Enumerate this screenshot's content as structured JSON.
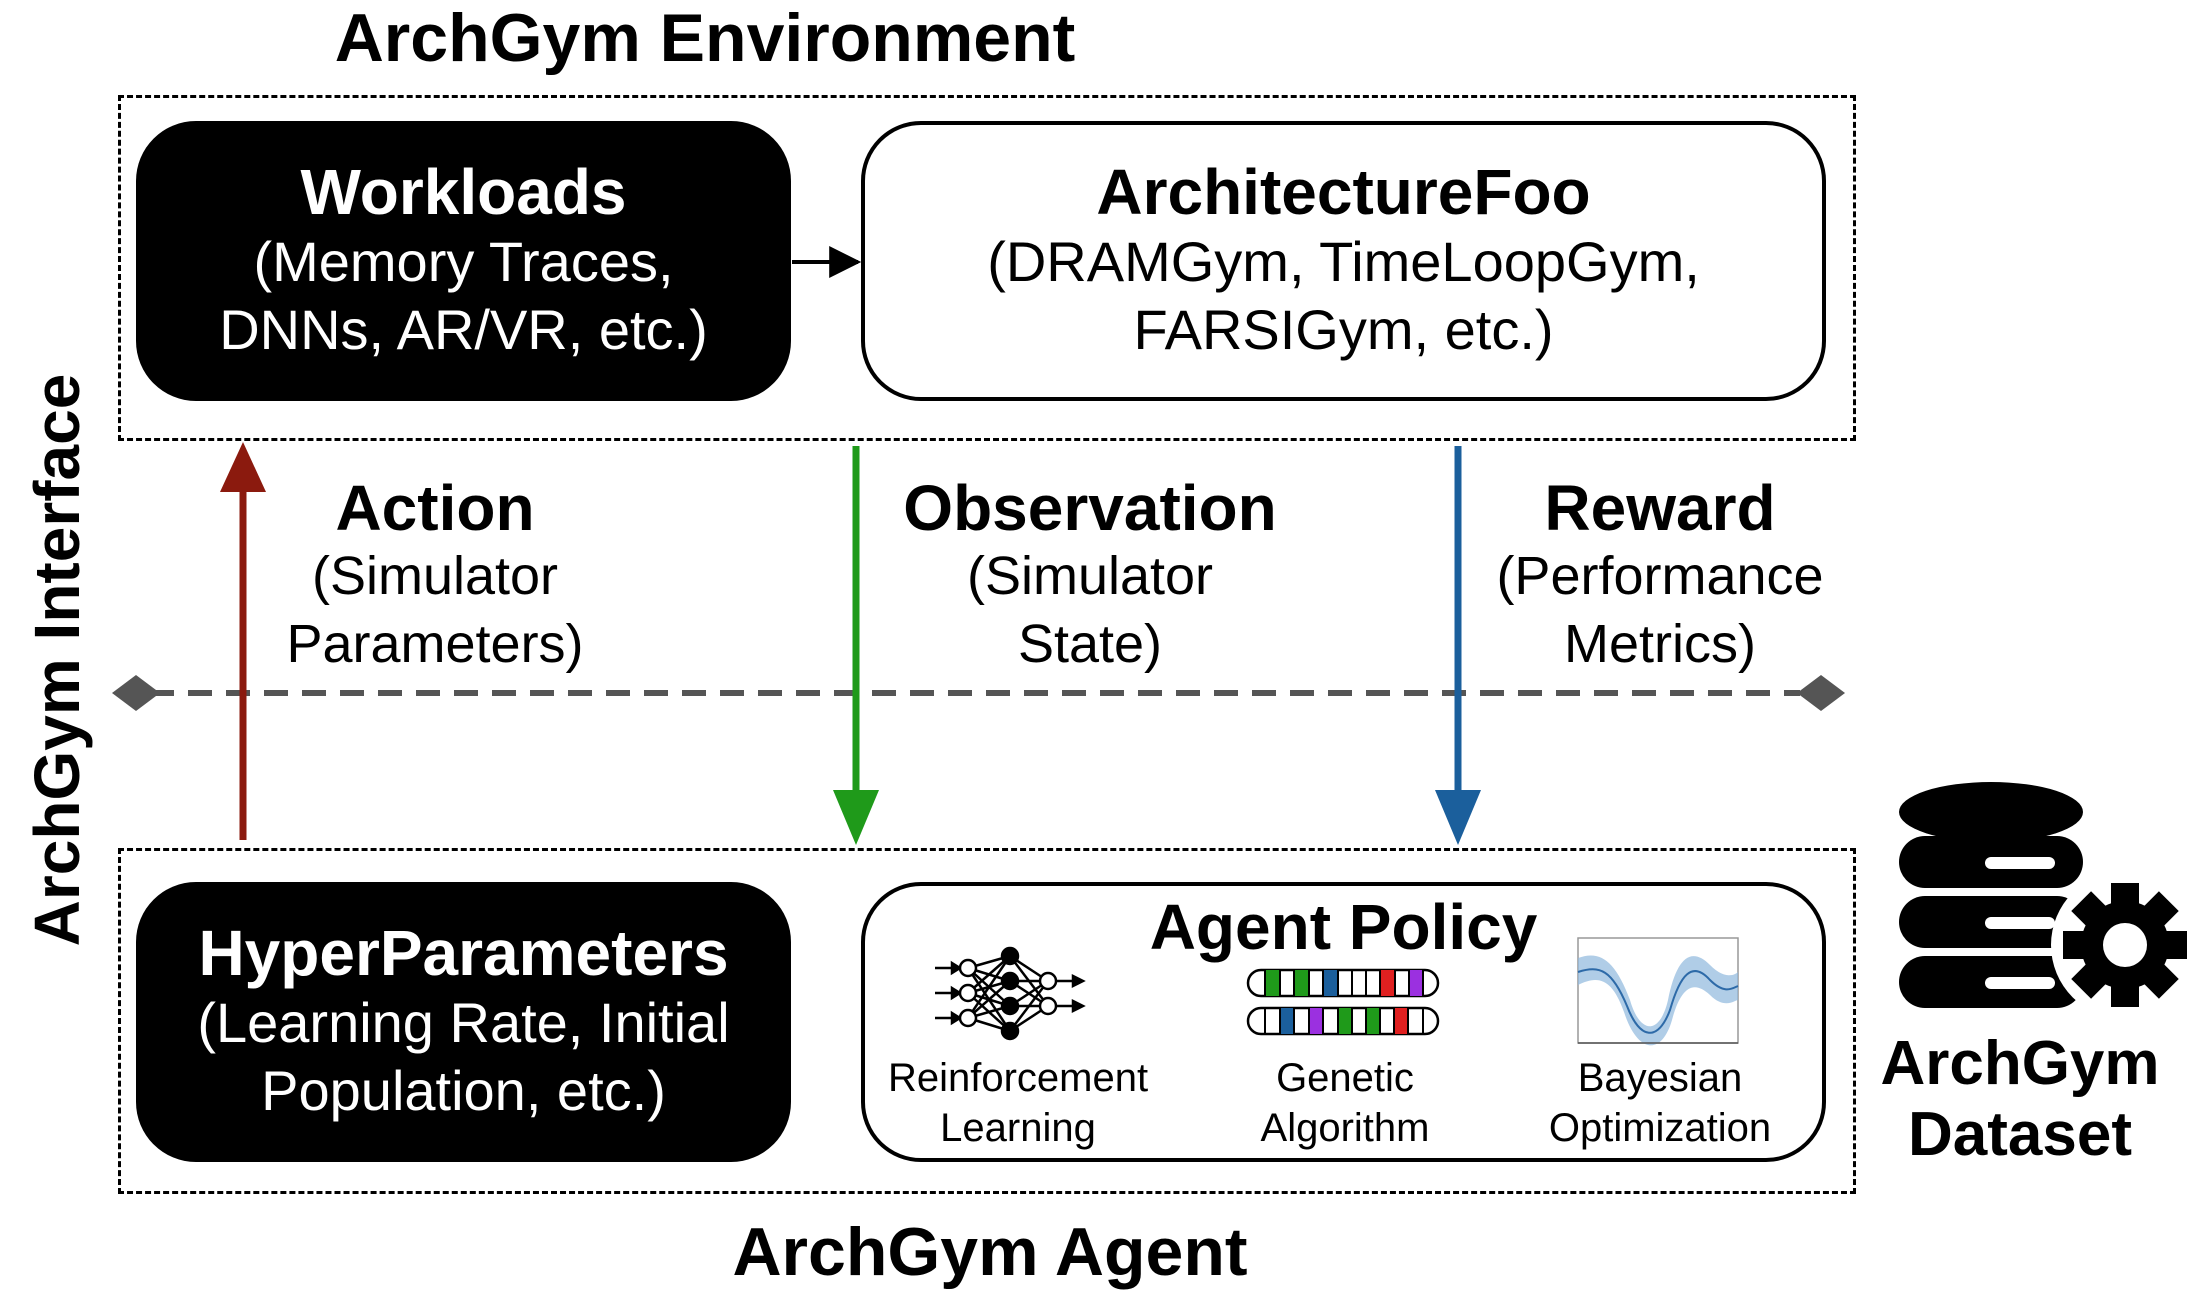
{
  "environment": {
    "title": "ArchGym Environment",
    "workloads": {
      "title": "Workloads",
      "lines": [
        "(Memory Traces,",
        "DNNs, AR/VR, etc.)"
      ]
    },
    "architecture": {
      "title": "ArchitectureFoo",
      "lines": [
        "(DRAMGym, TimeLoopGym,",
        "FARSIGym, etc.)"
      ]
    }
  },
  "interface": {
    "title": "ArchGym Interface",
    "action": {
      "title": "Action",
      "lines": [
        "(Simulator",
        "Parameters)"
      ],
      "color": "#8b1a0e"
    },
    "observation": {
      "title": "Observation",
      "lines": [
        "(Simulator",
        "State)"
      ],
      "color": "#1f9a1a"
    },
    "reward": {
      "title": "Reward",
      "lines": [
        "(Performance",
        "Metrics)"
      ],
      "color": "#1b5f9c"
    }
  },
  "agent": {
    "title": "ArchGym Agent",
    "hyperparameters": {
      "title": "HyperParameters",
      "lines": [
        "(Learning Rate, Initial",
        "Population, etc.)"
      ]
    },
    "policy": {
      "title": "Agent Policy",
      "methods": [
        {
          "lines": [
            "Reinforcement",
            "Learning"
          ],
          "icon": "neural-network-icon"
        },
        {
          "lines": [
            "Genetic",
            "Algorithm"
          ],
          "icon": "chromosome-icon"
        },
        {
          "lines": [
            "Bayesian",
            "Optimization"
          ],
          "icon": "gaussian-process-plot-icon"
        }
      ]
    }
  },
  "dataset": {
    "lines": [
      "ArchGym",
      "Dataset"
    ],
    "icon": "database-gear-icon"
  }
}
